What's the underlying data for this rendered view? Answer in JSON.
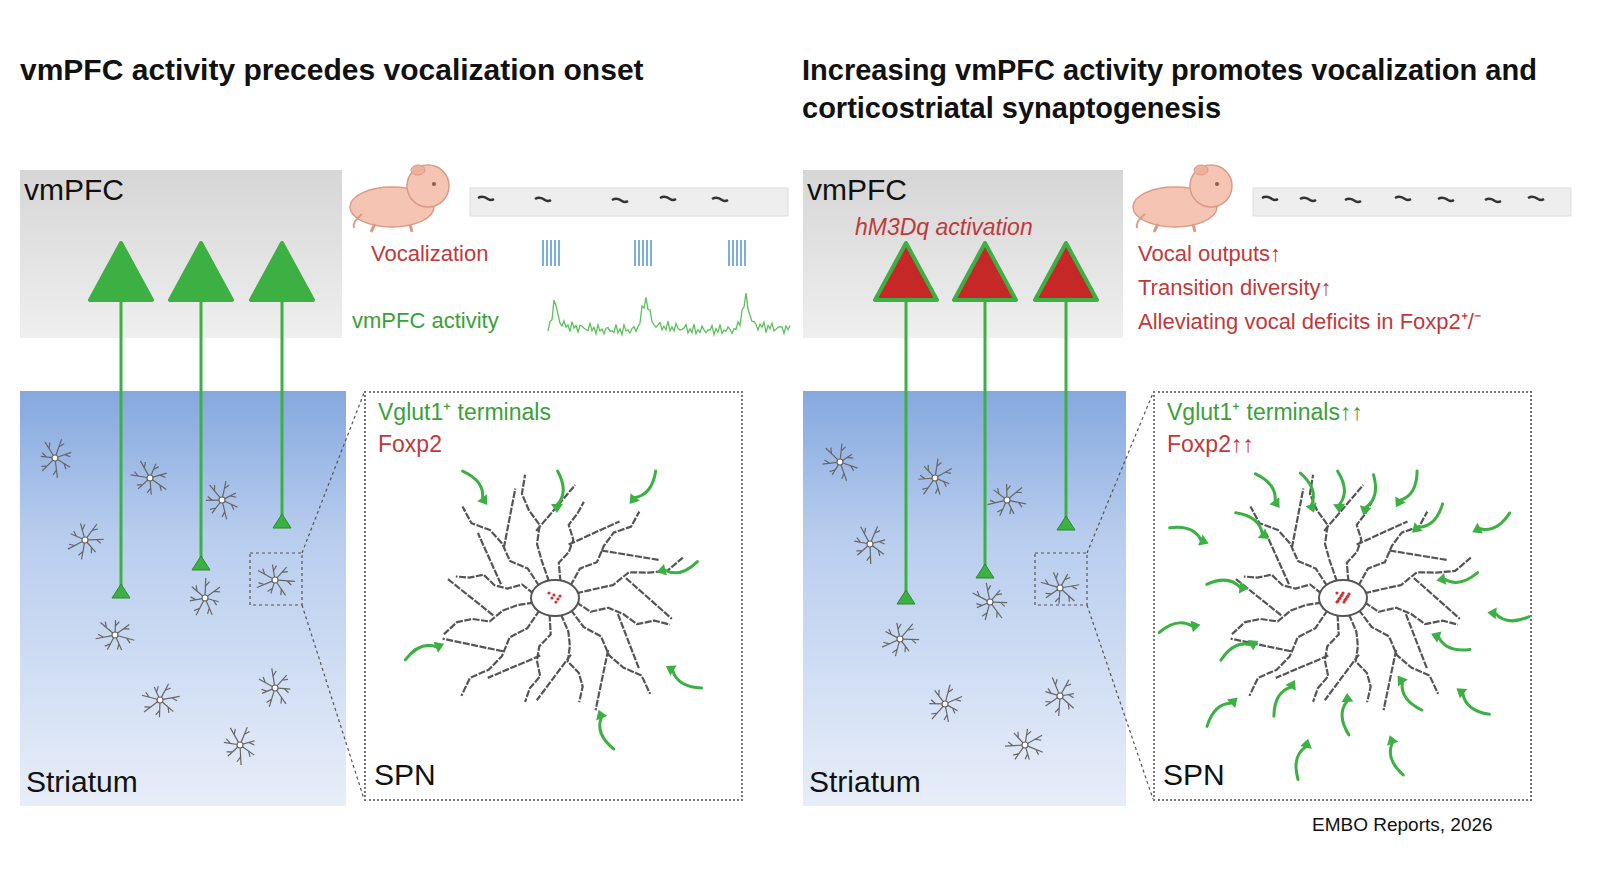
{
  "diagram": {
    "nodes": [
      {
        "text": [
          "vmPFC"
        ]
      },
      {
        "text": [
          "Striatum"
        ]
      },
      {
        "text": [
          "Vglut1⁺ terminals",
          "Foxp2",
          "SPN"
        ]
      },
      {
        "text": [
          "vmPFC",
          "hM3Dq activation"
        ]
      },
      {
        "text": [
          "Striatum"
        ]
      },
      {
        "text": [
          "Vglut1⁺ terminals↑↑",
          "Foxp2↑↑",
          "SPN"
        ]
      }
    ],
    "labels": [
      "vmPFC activity precedes vocalization onset",
      "Increasing vmPFC activity promotes vocalization and corticostriatal synaptogenesis",
      "Vocalization",
      "vmPFC activity",
      "Vocal outputs↑",
      "Transition diversity↑",
      "Alleviating vocal deficits in Foxp2⁺/⁻",
      "EMBO Reports, 2026"
    ]
  }
}
